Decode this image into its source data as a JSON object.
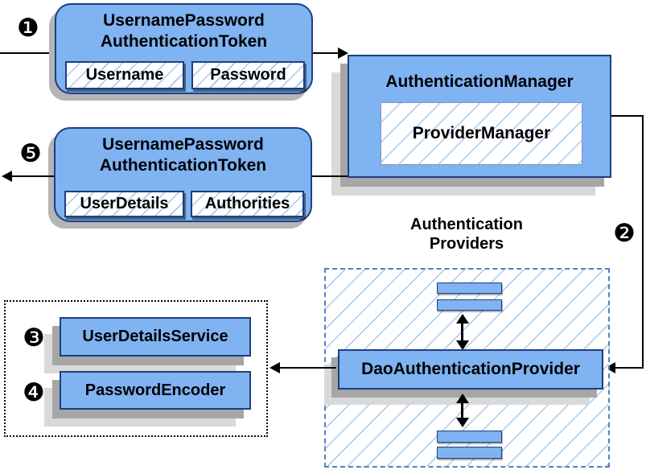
{
  "colors": {
    "box-blue": "#7fb3f2",
    "box-border": "#1d3e7e",
    "hatch-line": "#a6c8ee",
    "dashed-border": "#4d82c4",
    "shadow-dark": "#a6a6a6",
    "shadow-light": "#d9d9d9",
    "shadow-round": "#b5b5b5",
    "line-black": "#000000"
  },
  "badges": {
    "step1": "❶",
    "step2": "❷",
    "step3": "❸",
    "step4": "❹",
    "step5": "❺"
  },
  "token_request": {
    "title_line1": "UsernamePassword",
    "title_line2": "AuthenticationToken",
    "fields": [
      "Username",
      "Password"
    ]
  },
  "token_result": {
    "title_line1": "UsernamePassword",
    "title_line2": "AuthenticationToken",
    "fields": [
      "UserDetails",
      "Authorities"
    ]
  },
  "authentication_manager": {
    "title": "AuthenticationManager",
    "provider": "ProviderManager"
  },
  "providers_group": {
    "label_line1": "Authentication",
    "label_line2": "Providers",
    "dao_provider": "DaoAuthenticationProvider"
  },
  "services": {
    "user_details_service": "UserDetailsService",
    "password_encoder": "PasswordEncoder"
  }
}
